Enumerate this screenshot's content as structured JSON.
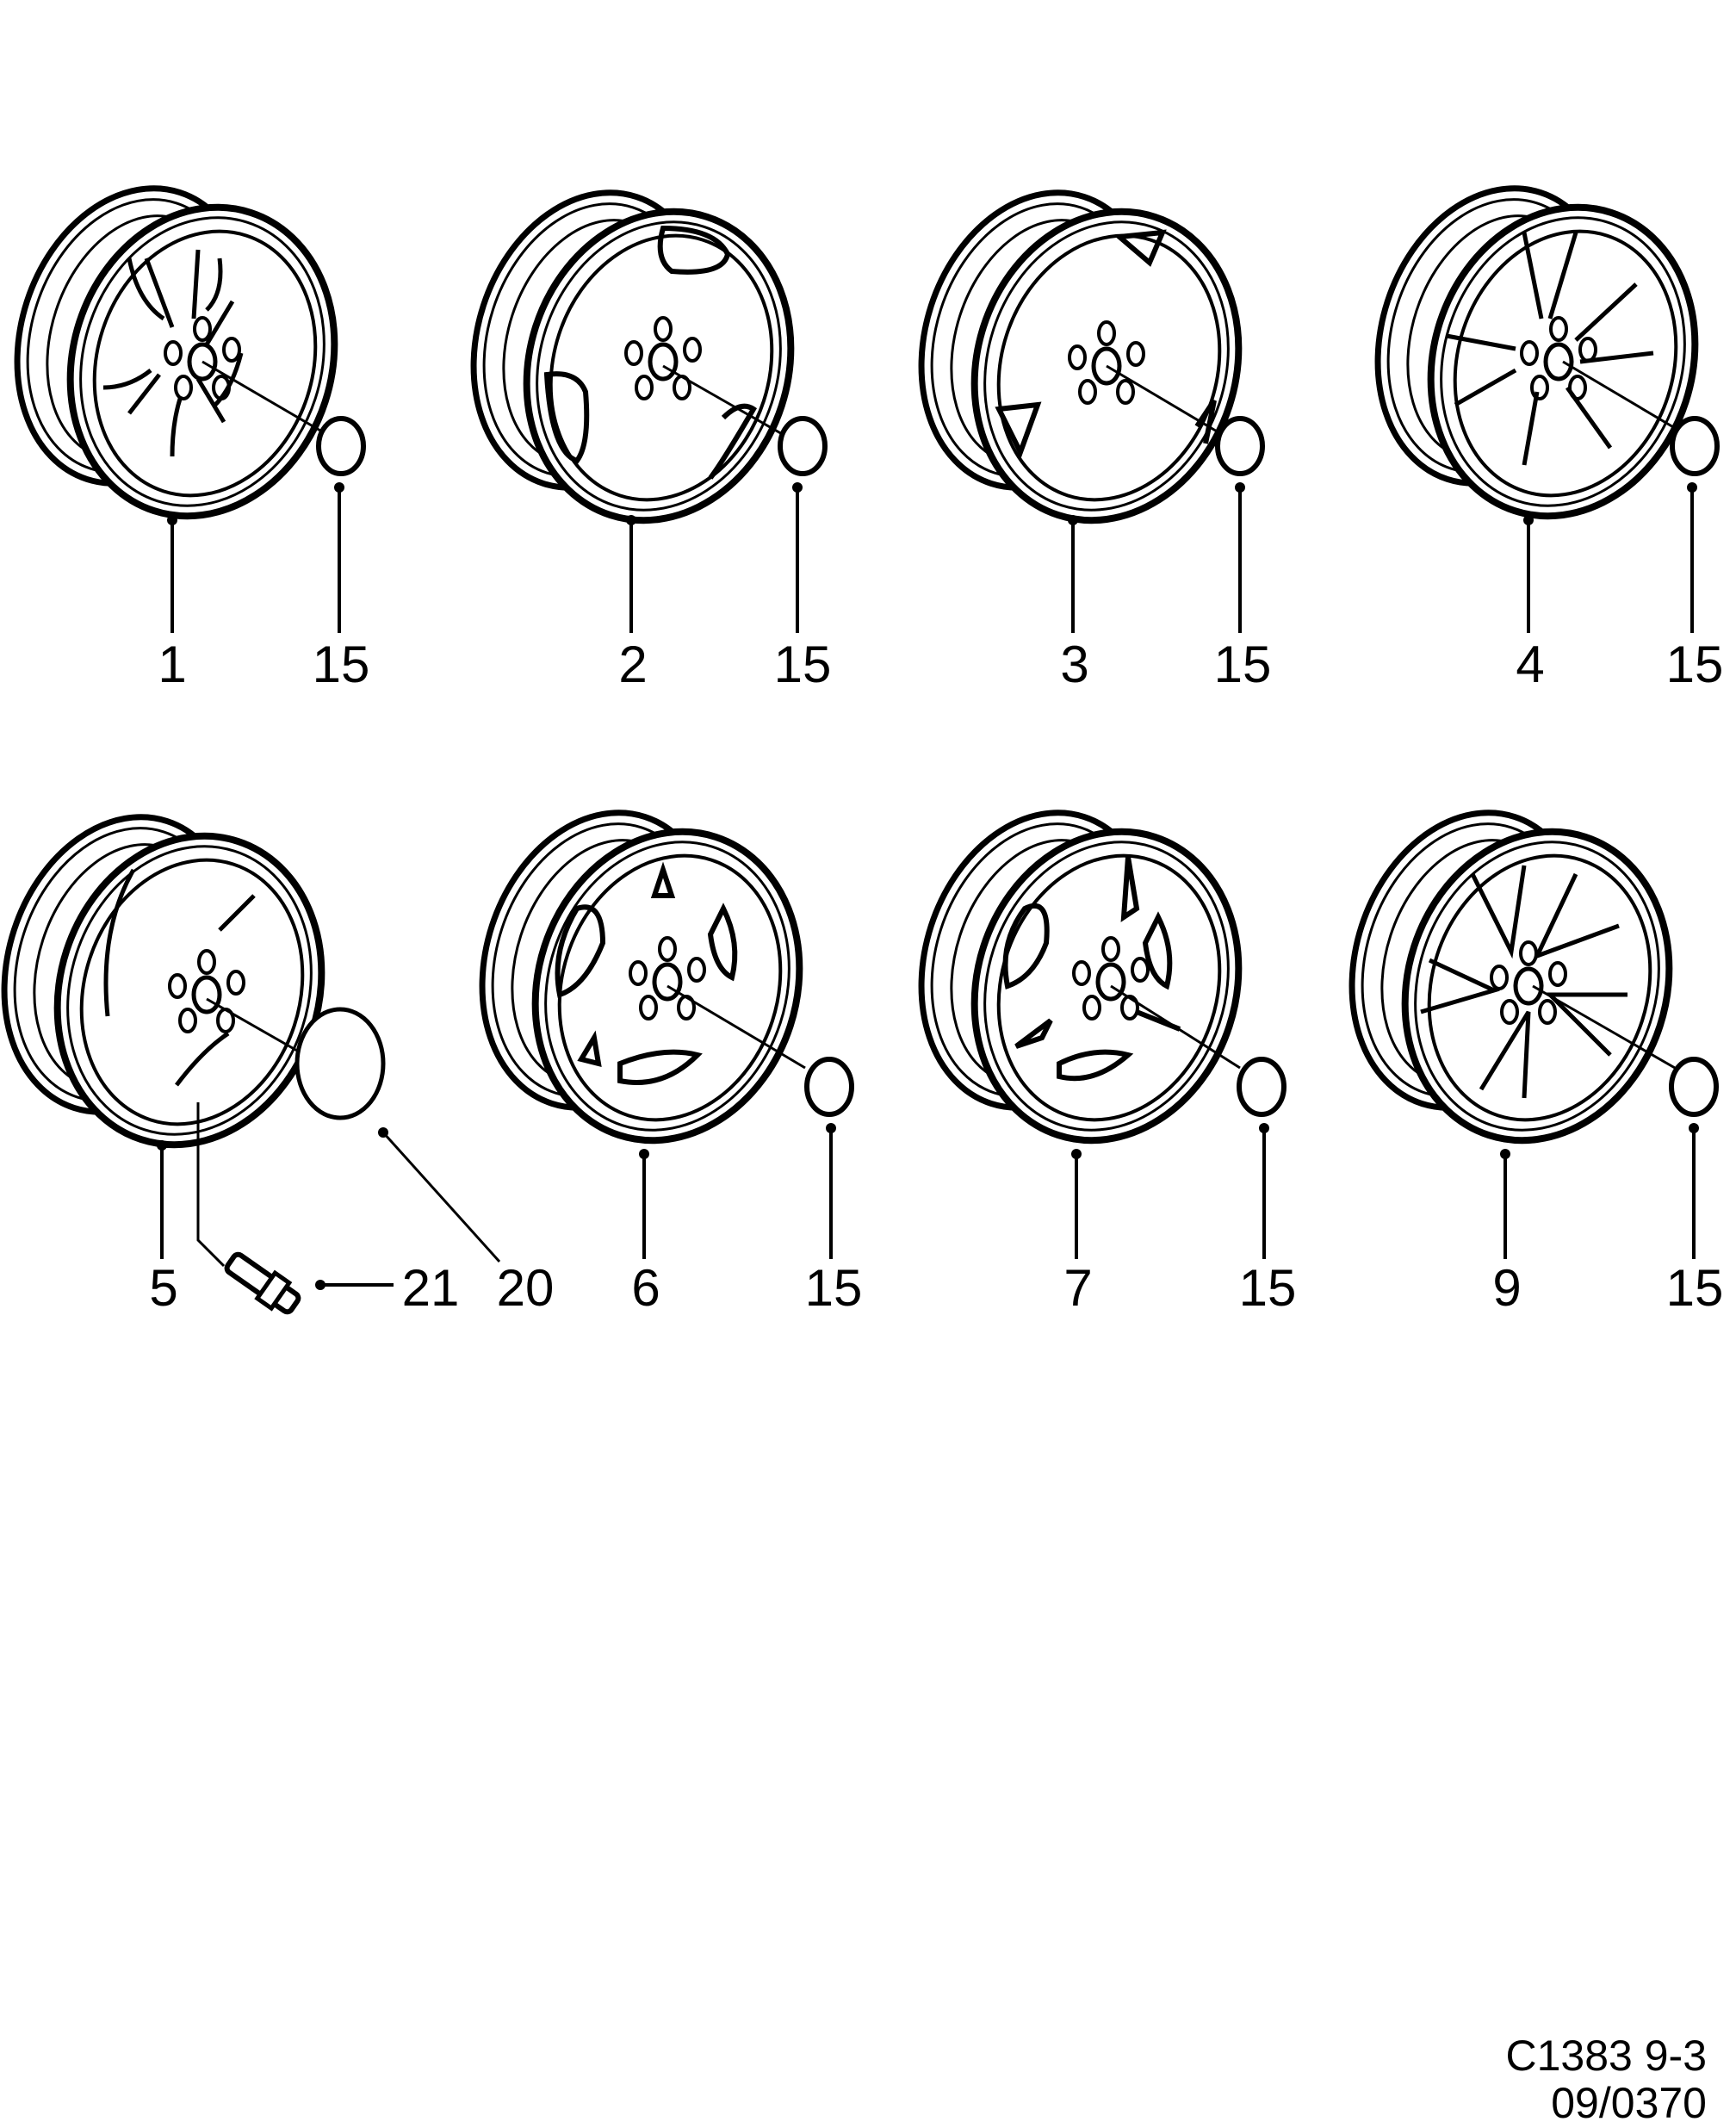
{
  "diagram": {
    "type": "exploded-parts-diagram",
    "subject": "wheels",
    "reference": {
      "line1": "C1383 9-3",
      "line2": "09/0370"
    },
    "row1": [
      {
        "part": "1",
        "cap": "15",
        "style": "5-spoke"
      },
      {
        "part": "2",
        "cap": "15",
        "style": "3-slot"
      },
      {
        "part": "3",
        "cap": "15",
        "style": "3-triangle"
      },
      {
        "part": "4",
        "cap": "15",
        "style": "6-spoke"
      }
    ],
    "row2": [
      {
        "part": "5",
        "cap": "20",
        "valve": "21",
        "style": "3-spoke-twisted"
      },
      {
        "part": "6",
        "cap": "15",
        "style": "3-slot-triangle"
      },
      {
        "part": "7",
        "cap": "15",
        "style": "5-slot"
      },
      {
        "part": "9",
        "cap": "15",
        "style": "5-spoke-straight"
      }
    ],
    "colors": {
      "line": "#000000",
      "background": "#ffffff"
    }
  }
}
